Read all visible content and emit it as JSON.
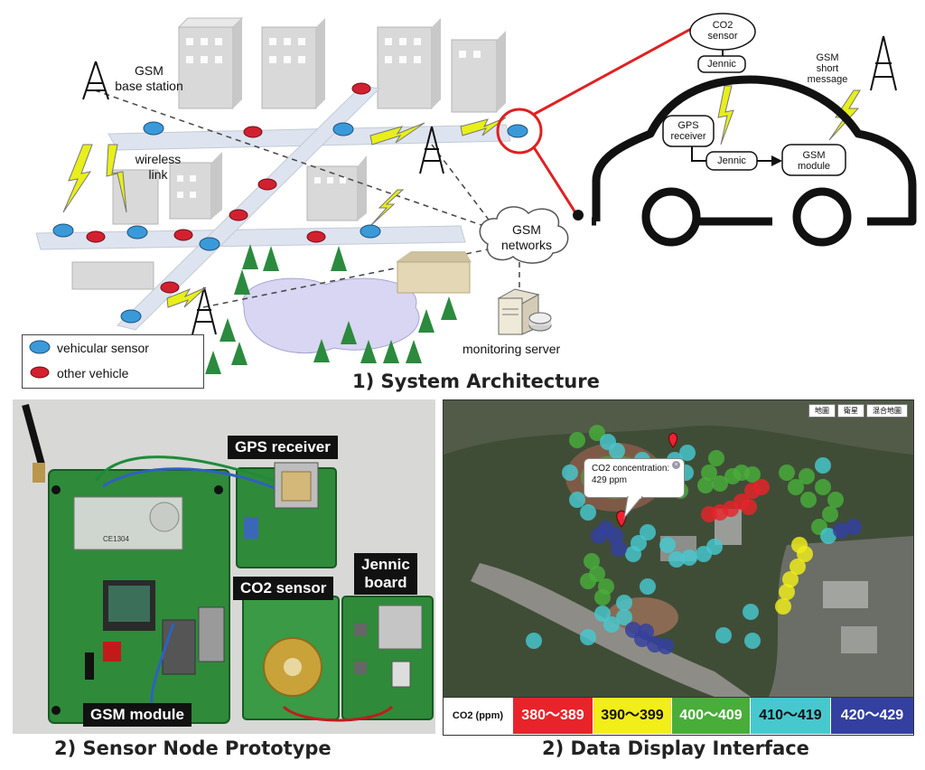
{
  "architecture": {
    "caption": "1) System Architecture",
    "labels": {
      "gsm_base_station": "GSM\nbase station",
      "wireless_link": "wireless\nlink",
      "gsm_networks": "GSM\nnetworks",
      "monitoring_server": "monitoring server",
      "legend_vehicular_sensor": "vehicular sensor",
      "legend_other_vehicle": "other vehicle"
    },
    "car_nodes": {
      "co2_sensor": "CO2\nsensor",
      "jennic_top": "Jennic",
      "gps_receiver": "GPS\nreceiver",
      "jennic_mid": "Jennic",
      "gsm_module": "GSM\nmodule",
      "gsm_short_message": "GSM\nshort\nmessage"
    }
  },
  "prototype": {
    "caption": "2) Sensor Node Prototype",
    "labels": {
      "gps_receiver": "GPS receiver",
      "co2_sensor": "CO2 sensor",
      "jennic_board": "Jennic\nboard",
      "gsm_module": "GSM module"
    },
    "pcb_text": "CE1304"
  },
  "display": {
    "caption": "2) Data Display Interface",
    "map_buttons": [
      "地圖",
      "衛星",
      "混合地圖"
    ],
    "popup_line1": "CO2 concentration:",
    "popup_line2": "429 ppm",
    "legend_title": "CO2 (ppm)",
    "legend": [
      {
        "range": "380～389",
        "color": "#e8232a",
        "text_color": "#ffffff"
      },
      {
        "range": "390～399",
        "color": "#f2ee1a",
        "text_color": "#111111"
      },
      {
        "range": "400～409",
        "color": "#49ad3a",
        "text_color": "#ffffff"
      },
      {
        "range": "410～419",
        "color": "#47c8cf",
        "text_color": "#111111"
      },
      {
        "range": "420～429",
        "color": "#3340a0",
        "text_color": "#ffffff"
      }
    ]
  },
  "colors": {
    "red_link": "#e02020",
    "bolt": "#e8ef1a",
    "cloud": "#d8d6f2",
    "pcb_green": "#2f8a3a"
  }
}
